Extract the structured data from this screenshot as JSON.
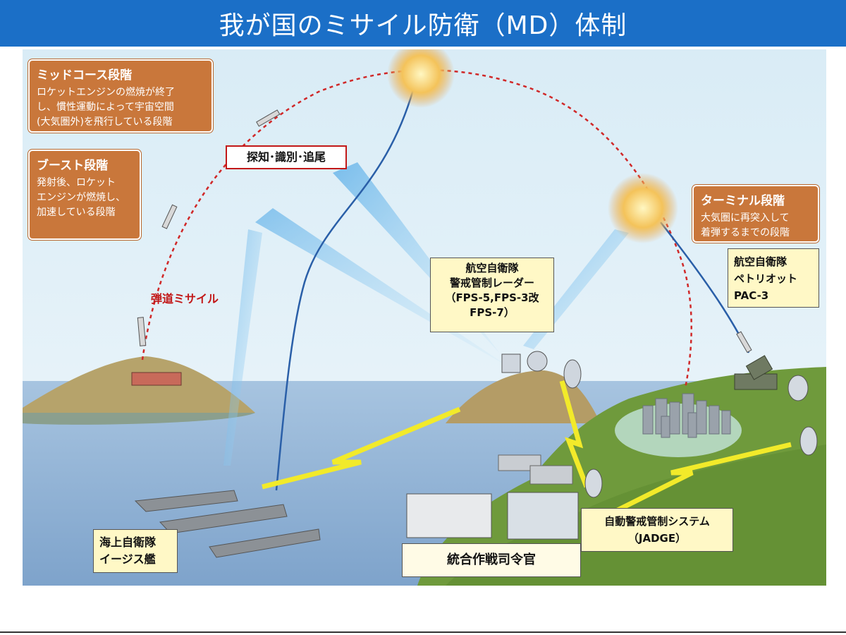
{
  "title": "我が国のミサイル防衛（MD）体制",
  "phases": {
    "midcourse": {
      "heading": "ミッドコース段階",
      "body": "ロケットエンジンの燃焼が終了\nし、慣性運動によって宇宙空間\n(大気圏外)を飛行している段階"
    },
    "boost": {
      "heading": "ブースト段階",
      "body": "発射後、ロケット\nエンジンが燃焼し、\n加速している段階"
    },
    "terminal": {
      "heading": "ターミナル段階",
      "body": "大気圏に再突入して\n着弾するまでの段階"
    }
  },
  "labels": {
    "ballistic_missile": "弾道ミサイル",
    "detect_track": "探知･識別･追尾",
    "radar": "航空自衛隊\n警戒管制レーダー\n（FPS-5,FPS-3改\nFPS-7）",
    "patriot": "航空自衛隊\nペトリオット\nPAC-3",
    "aegis": "海上自衛隊\nイージス艦",
    "jadge": "自動警戒管制システム\n（JADGE）",
    "joint_commander": "統合作戦司令官"
  },
  "colors": {
    "title_bar": "#1b6fc7",
    "phase_box": "#c9773b",
    "label_box": "#fff8c6",
    "trajectory": "#d02828",
    "interceptor_path": "#2a5fa8",
    "sea": "#8fb2d6",
    "land": "#6f9a3c",
    "radar_beam": "#7fc4ee",
    "comm_link": "#f2ea2a"
  }
}
